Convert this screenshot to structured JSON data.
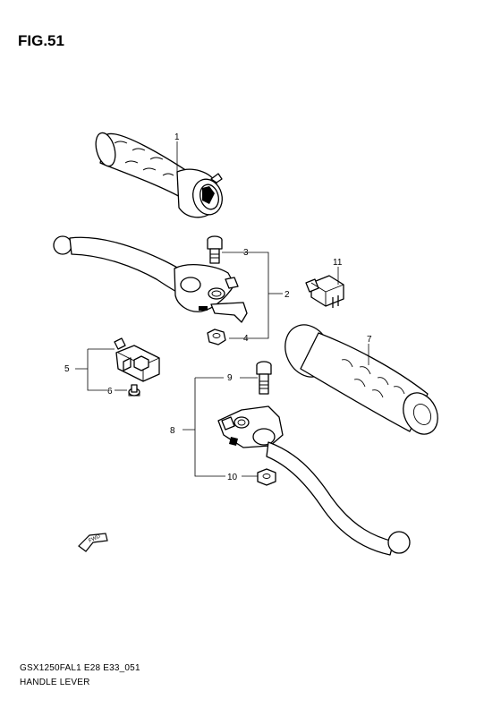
{
  "figure": {
    "title": "FIG.51",
    "model_code": "GSX1250FAL1 E28 E33_051",
    "section_name": "HANDLE LEVER",
    "fwd_label": "FWD"
  },
  "callouts": [
    {
      "id": "c1",
      "label": "1"
    },
    {
      "id": "c2",
      "label": "2"
    },
    {
      "id": "c3",
      "label": "3"
    },
    {
      "id": "c4",
      "label": "4"
    },
    {
      "id": "c5",
      "label": "5"
    },
    {
      "id": "c6",
      "label": "6"
    },
    {
      "id": "c7",
      "label": "7"
    },
    {
      "id": "c8",
      "label": "8"
    },
    {
      "id": "c9",
      "label": "9"
    },
    {
      "id": "c10",
      "label": "10"
    },
    {
      "id": "c11",
      "label": "11"
    }
  ]
}
